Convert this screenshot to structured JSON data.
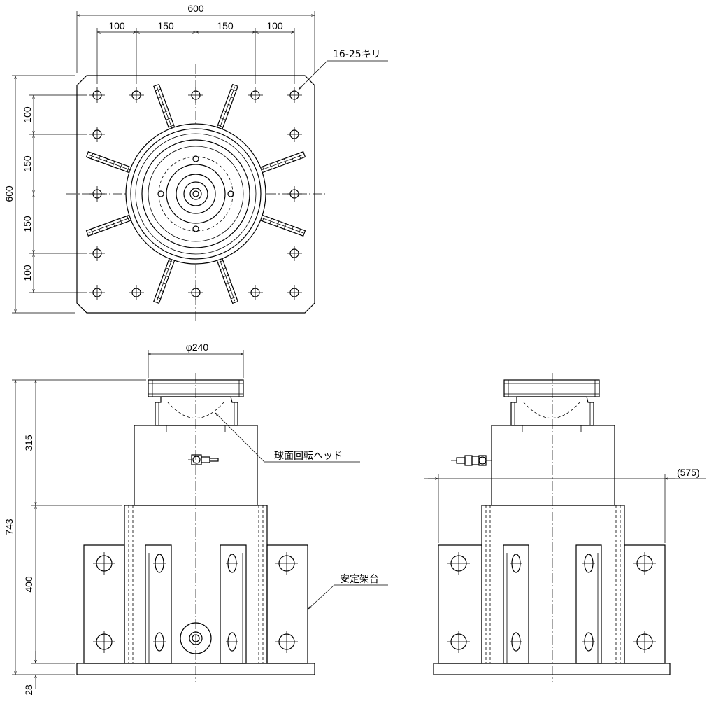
{
  "plan_view": {
    "overall_width": "600",
    "overall_height": "600",
    "pitch_100_a": "100",
    "pitch_150_a": "150",
    "pitch_150_b": "150",
    "pitch_100_b": "100",
    "side_100_a": "100",
    "side_150_a": "150",
    "side_150_b": "150",
    "side_100_b": "100",
    "hole_note": "16-25キリ"
  },
  "front_view": {
    "head_diameter": "φ240",
    "upper_height": "315",
    "total_height": "743",
    "lower_height": "400",
    "base_height": "28",
    "label_head": "球面回転ヘッド",
    "label_stand": "安定架台"
  },
  "side_view": {
    "reference_width": "(575)"
  }
}
